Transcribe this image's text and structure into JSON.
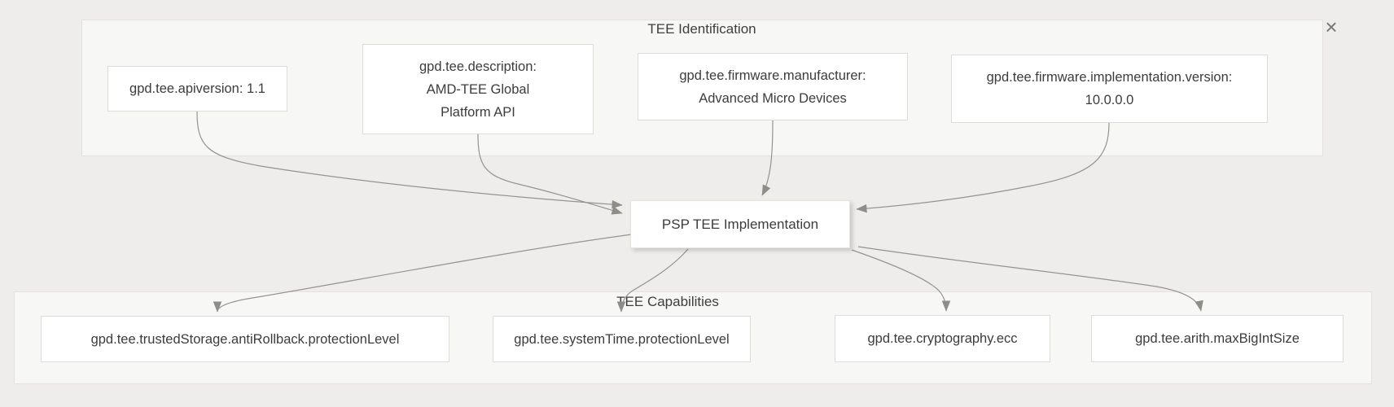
{
  "icons": {
    "close": "×"
  },
  "colors": {
    "canvas_bg": "#efedeb",
    "group_bg": "#f7f7f5",
    "group_border": "#e4e2de",
    "node_bg": "#ffffff",
    "node_border": "#dcdcda",
    "edge": "#95938e",
    "text": "#3c3c3c"
  },
  "central_node": {
    "label": "PSP TEE Implementation"
  },
  "groups": [
    {
      "id": "tee-identification",
      "title": "TEE Identification",
      "nodes": [
        {
          "id": "gpd.tee.apiversion",
          "label": "gpd.tee.apiversion: 1.1"
        },
        {
          "id": "gpd.tee.description",
          "label": "gpd.tee.description:\nAMD-TEE Global\nPlatform API"
        },
        {
          "id": "gpd.tee.firmware.manufacturer",
          "label": "gpd.tee.firmware.manufacturer:\nAdvanced Micro Devices"
        },
        {
          "id": "gpd.tee.firmware.implementation.version",
          "label": "gpd.tee.firmware.implementation.version:\n10.0.0.0"
        }
      ]
    },
    {
      "id": "tee-capabilities",
      "title": "TEE Capabilities",
      "nodes": [
        {
          "id": "gpd.tee.trustedStorage.antiRollback.protectionLevel",
          "label": "gpd.tee.trustedStorage.antiRollback.protectionLevel"
        },
        {
          "id": "gpd.tee.systemTime.protectionLevel",
          "label": "gpd.tee.systemTime.protectionLevel"
        },
        {
          "id": "gpd.tee.cryptography.ecc",
          "label": "gpd.tee.cryptography.ecc"
        },
        {
          "id": "gpd.tee.arith.maxBigIntSize",
          "label": "gpd.tee.arith.maxBigIntSize"
        }
      ]
    }
  ],
  "edges": [
    {
      "from": "gpd.tee.apiversion",
      "to": "PSP TEE Implementation"
    },
    {
      "from": "gpd.tee.description",
      "to": "PSP TEE Implementation"
    },
    {
      "from": "gpd.tee.firmware.manufacturer",
      "to": "PSP TEE Implementation"
    },
    {
      "from": "gpd.tee.firmware.implementation.version",
      "to": "PSP TEE Implementation"
    },
    {
      "from": "PSP TEE Implementation",
      "to": "gpd.tee.trustedStorage.antiRollback.protectionLevel"
    },
    {
      "from": "PSP TEE Implementation",
      "to": "gpd.tee.systemTime.protectionLevel"
    },
    {
      "from": "PSP TEE Implementation",
      "to": "gpd.tee.cryptography.ecc"
    },
    {
      "from": "PSP TEE Implementation",
      "to": "gpd.tee.arith.maxBigIntSize"
    }
  ]
}
